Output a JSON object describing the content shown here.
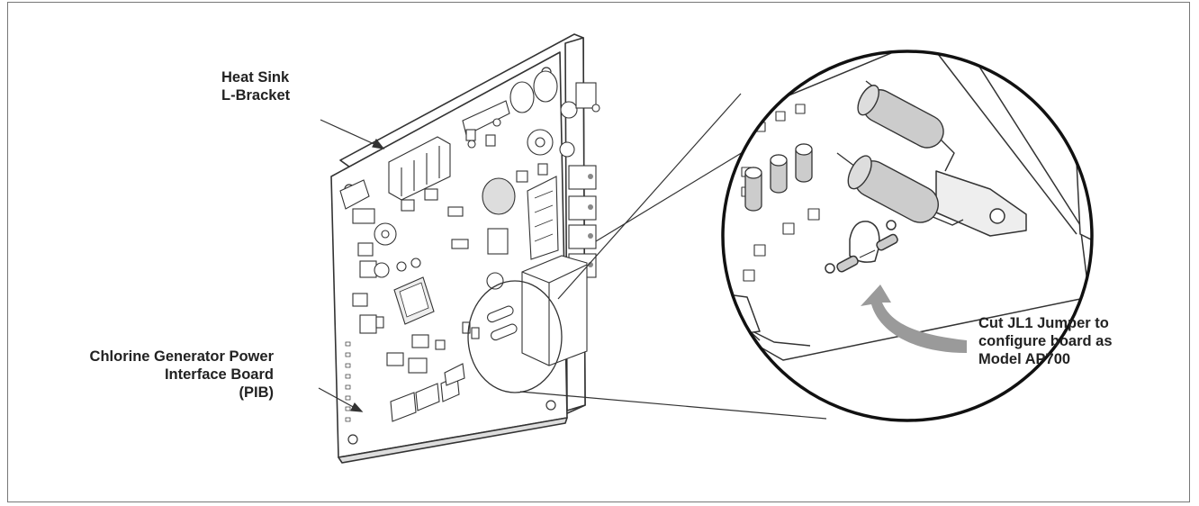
{
  "labels": {
    "heat_sink": [
      "Heat Sink",
      "L-Bracket"
    ],
    "pib": [
      "Chlorine Generator Power",
      "Interface Board",
      "(PIB)"
    ],
    "jumper": [
      "Cut JL1 Jumper to",
      "configure board as",
      "Model AP700"
    ]
  },
  "colors": {
    "line": "#333333",
    "arrow_fill": "#9a9a9a",
    "component_fill": "#cccccc"
  }
}
